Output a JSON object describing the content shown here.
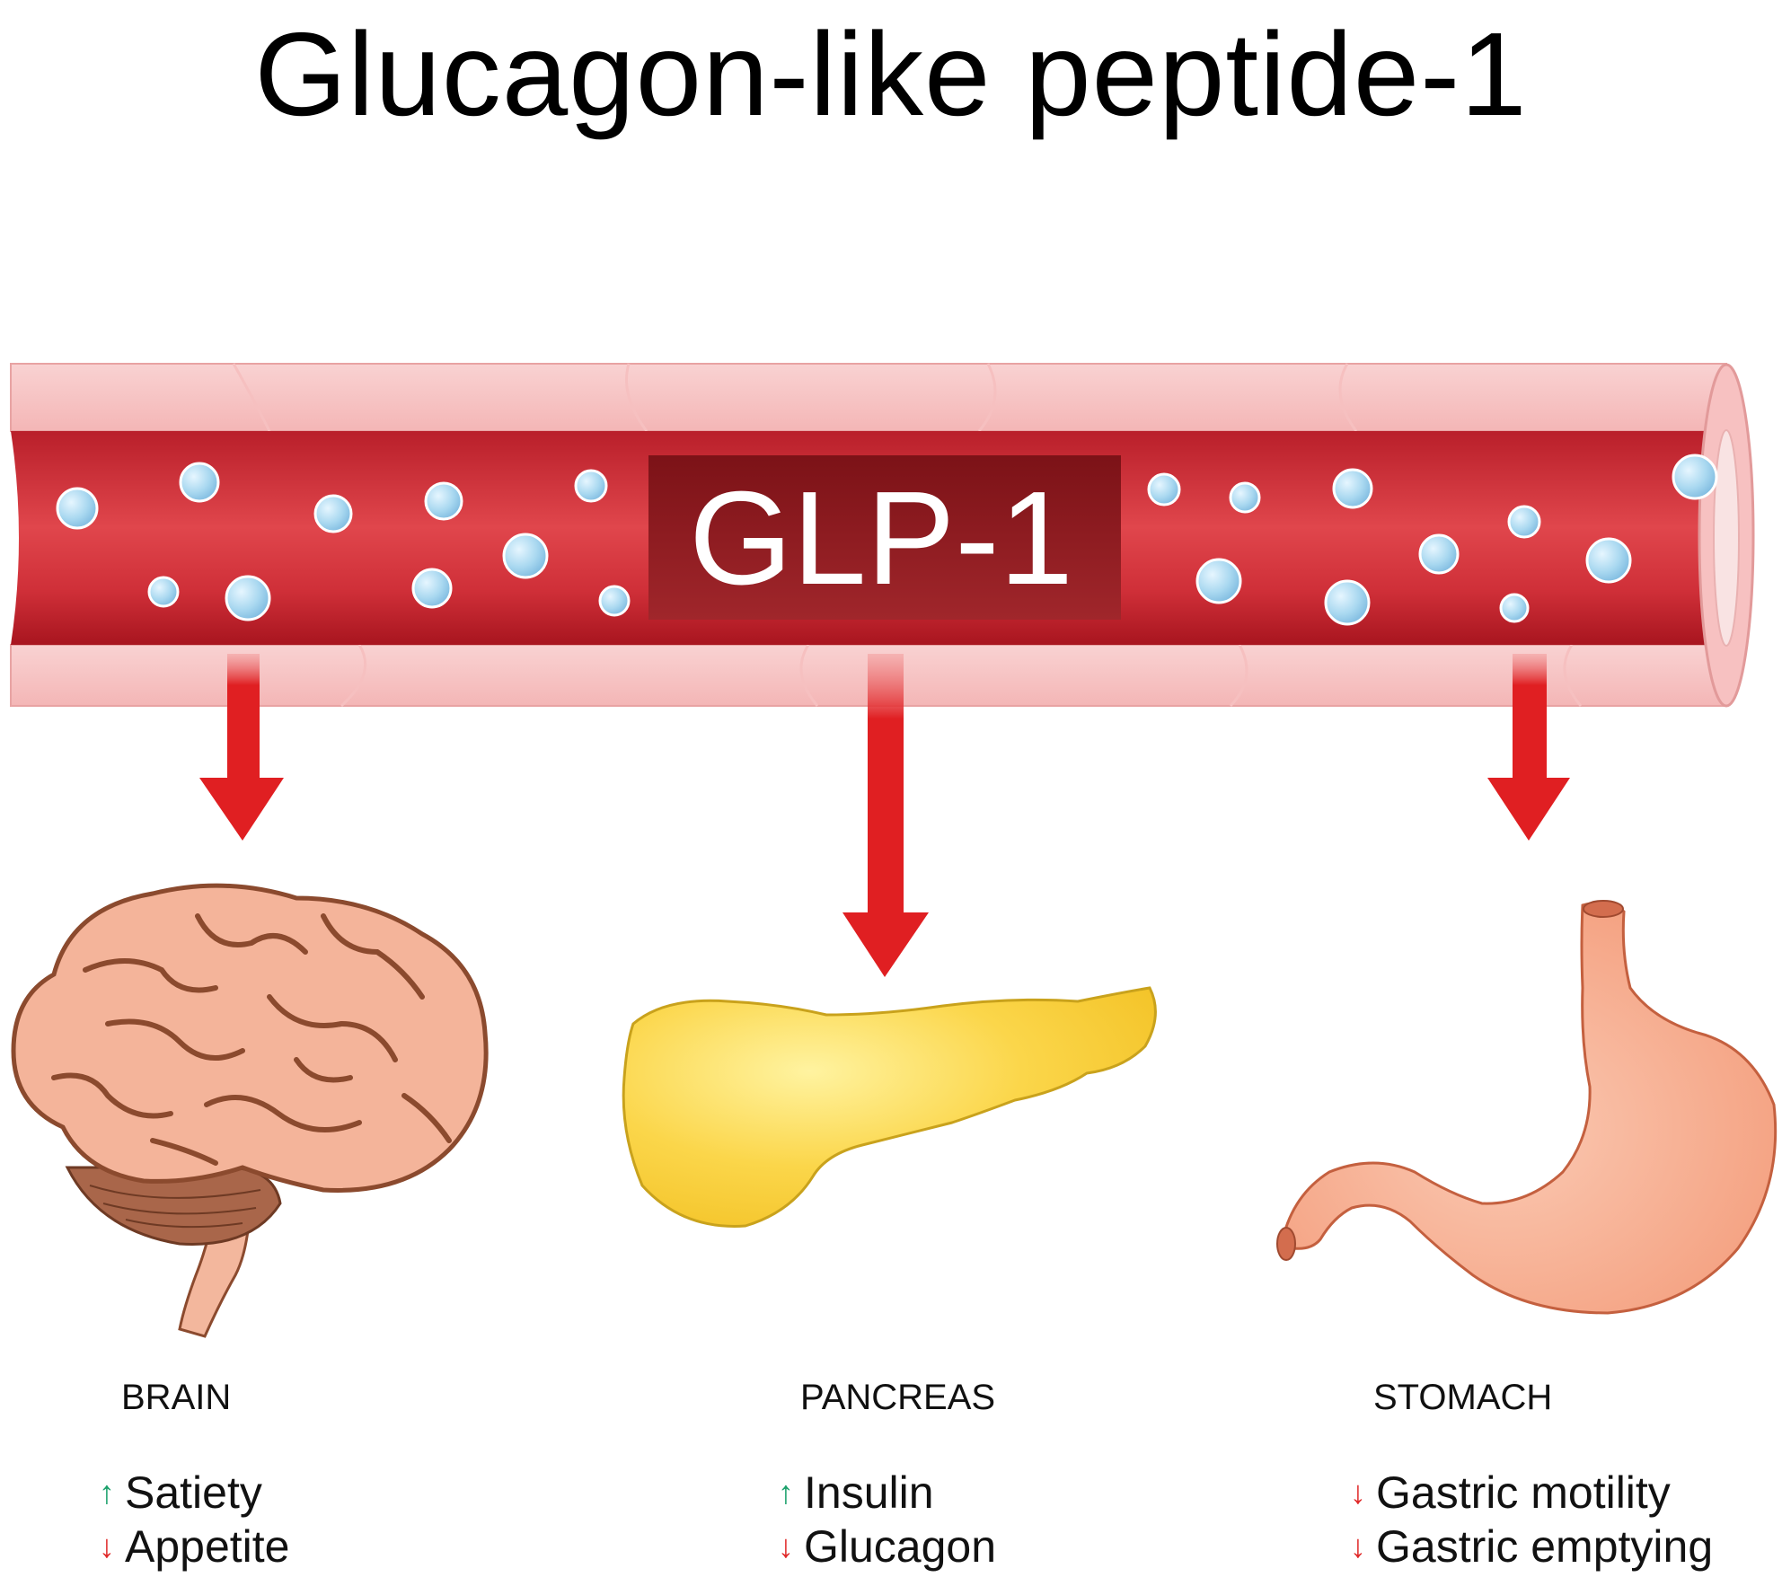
{
  "title": "Glucagon-like peptide-1",
  "vessel": {
    "label": "GLP-1"
  },
  "colors": {
    "vessel_wall": "#f7c4c4",
    "blood": "#d8343c",
    "label_box": "#8e1a1e",
    "molecule": "#a9d8f0",
    "target_arrow": "#e01f22",
    "increase_arrow": "#1aa06b",
    "decrease_arrow": "#e02a2a",
    "brain": "#f4b49a",
    "pancreas": "#fbd64a",
    "stomach": "#f6a383"
  },
  "organs": [
    {
      "name": "BRAIN",
      "icon": "brain-icon",
      "effects": [
        {
          "direction": "up",
          "icon": "arrow-up-icon",
          "text": "Satiety"
        },
        {
          "direction": "down",
          "icon": "arrow-down-icon",
          "text": "Appetite"
        }
      ]
    },
    {
      "name": "PANCREAS",
      "icon": "pancreas-icon",
      "effects": [
        {
          "direction": "up",
          "icon": "arrow-up-icon",
          "text": "Insulin"
        },
        {
          "direction": "down",
          "icon": "arrow-down-icon",
          "text": "Glucagon"
        }
      ]
    },
    {
      "name": "STOMACH",
      "icon": "stomach-icon",
      "effects": [
        {
          "direction": "down",
          "icon": "arrow-down-icon",
          "text": "Gastric motility"
        },
        {
          "direction": "down",
          "icon": "arrow-down-icon",
          "text": "Gastric emptying"
        }
      ]
    }
  ]
}
